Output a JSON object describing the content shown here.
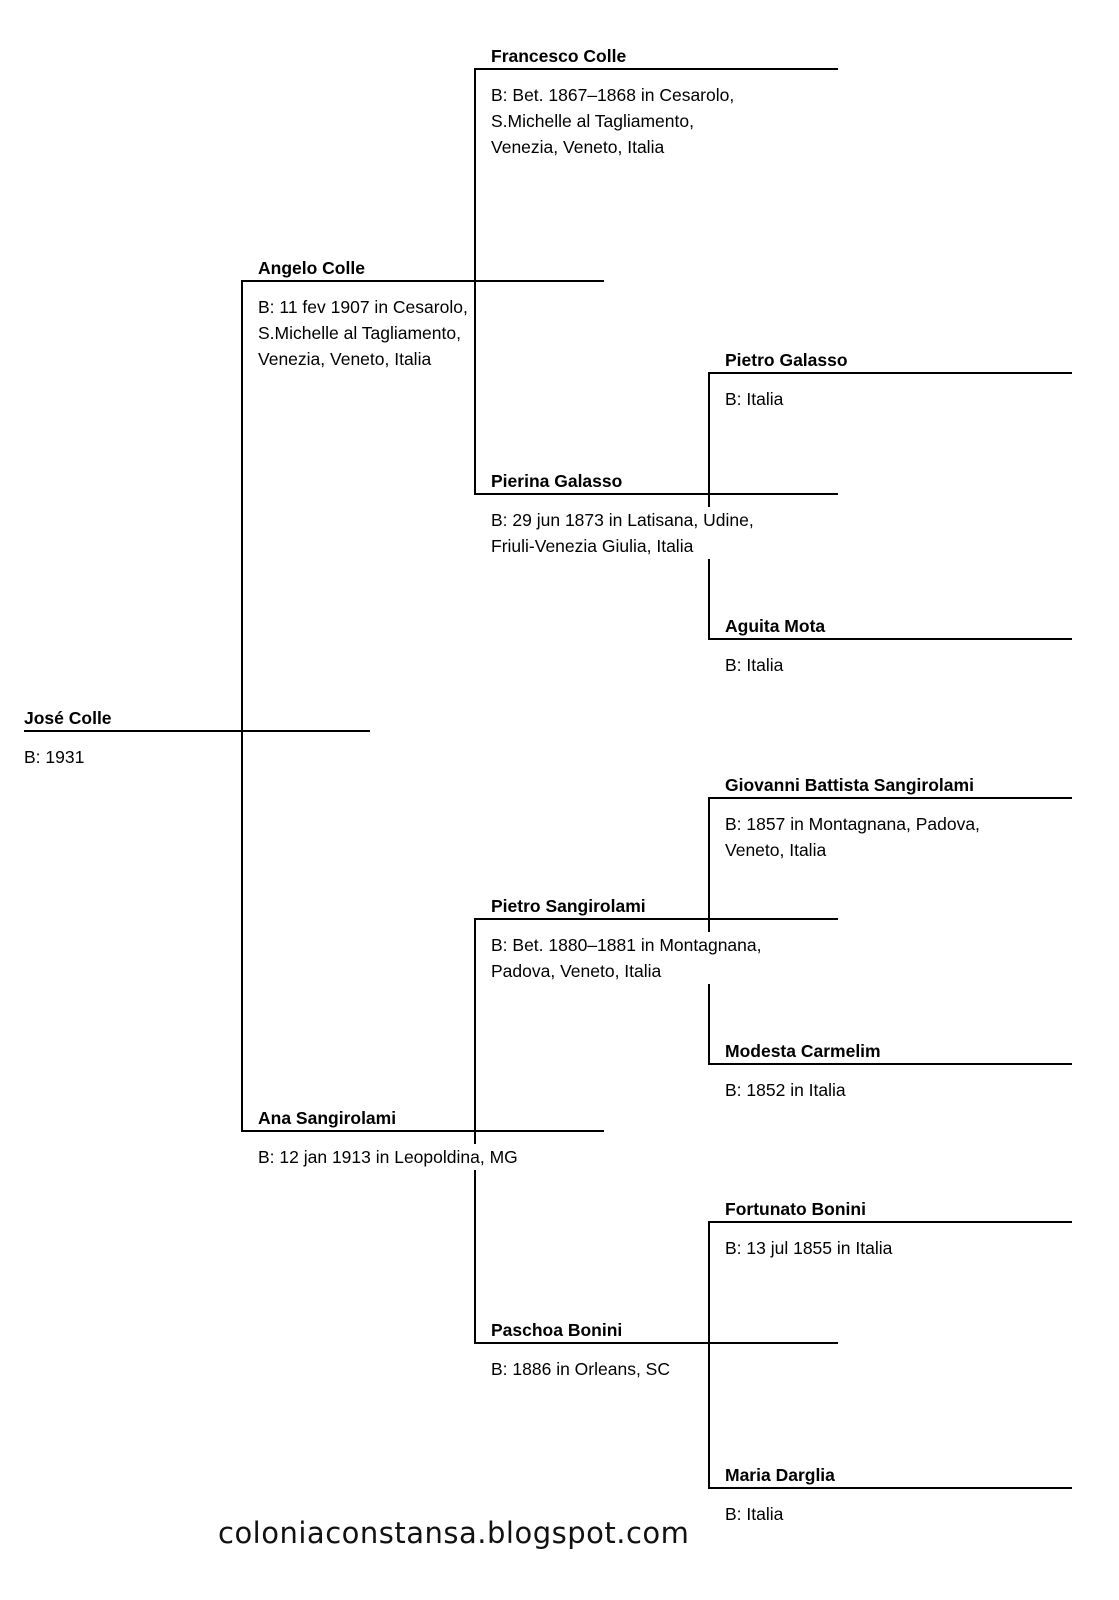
{
  "chart": {
    "type": "ancestor-pedigree",
    "root_person": "José Colle",
    "generations": 4
  },
  "people": [
    {
      "name": "Francesco Colle",
      "birth": "B: Bet. 1867–1868 in Cesarolo,\nS.Michelle al Tagliamento,\nVenezia, Veneto, Italia",
      "relation": "father of Angelo Colle"
    },
    {
      "name": "Angelo Colle",
      "birth": "B: 11 fev 1907 in Cesarolo,\nS.Michelle al Tagliamento,\nVenezia, Veneto, Italia",
      "relation": "father of José Colle",
      "father": "Francesco Colle",
      "mother": "Pierina Galasso"
    },
    {
      "name": "Pietro Galasso",
      "birth": "B: Italia",
      "relation": "father of Pierina Galasso"
    },
    {
      "name": "Pierina Galasso",
      "birth": "B: 29 jun 1873 in Latisana, Udine,\nFriuli-Venezia Giulia, Italia",
      "relation": "mother of Angelo Colle",
      "father": "Pietro Galasso",
      "mother": "Aguita Mota"
    },
    {
      "name": "Aguita Mota",
      "birth": "B: Italia",
      "relation": "mother of Pierina Galasso"
    },
    {
      "name": "José Colle",
      "birth": "B: 1931",
      "relation": "root person",
      "father": "Angelo Colle",
      "mother": "Ana Sangirolami"
    },
    {
      "name": "Giovanni Battista Sangirolami",
      "birth": "B: 1857 in Montagnana, Padova,\nVeneto, Italia",
      "relation": "father of Pietro Sangirolami"
    },
    {
      "name": "Pietro Sangirolami",
      "birth": "B: Bet. 1880–1881 in Montagnana,\nPadova, Veneto, Italia",
      "relation": "father of Ana Sangirolami",
      "father": "Giovanni Battista Sangirolami",
      "mother": "Modesta Carmelim"
    },
    {
      "name": "Modesta Carmelim",
      "birth": "B: 1852 in Italia",
      "relation": "mother of Pietro Sangirolami"
    },
    {
      "name": "Ana Sangirolami",
      "birth": "B: 12 jan 1913 in Leopoldina, MG",
      "relation": "mother of José Colle",
      "father": "Pietro Sangirolami",
      "mother": "Paschoa Bonini"
    },
    {
      "name": "Fortunato Bonini",
      "birth": "B: 13 jul 1855 in Italia",
      "relation": "father of Paschoa Bonini"
    },
    {
      "name": "Paschoa Bonini",
      "birth": "B: 1886 in Orleans, SC",
      "relation": "mother of Ana Sangirolami",
      "father": "Fortunato Bonini",
      "mother": "Maria Darglia"
    },
    {
      "name": "Maria Darglia",
      "birth": "B: Italia",
      "relation": "mother of Paschoa Bonini"
    }
  ],
  "footer": {
    "watermark": "coloniaconstansa.blogspot.com"
  },
  "colors": {
    "background": "#ffffff",
    "line": "#000000",
    "text": "#000000"
  }
}
